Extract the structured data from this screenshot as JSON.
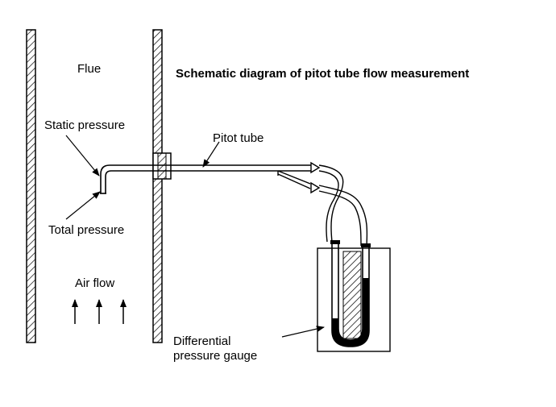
{
  "title": "Schematic diagram of pitot tube flow measurement",
  "labels": {
    "flue": "Flue",
    "static_pressure": "Static pressure",
    "pitot_tube": "Pitot tube",
    "total_pressure": "Total pressure",
    "air_flow": "Air flow",
    "gauge_line1": "Differential",
    "gauge_line2": "pressure gauge"
  },
  "colors": {
    "ink": "#000000",
    "background": "#ffffff"
  }
}
